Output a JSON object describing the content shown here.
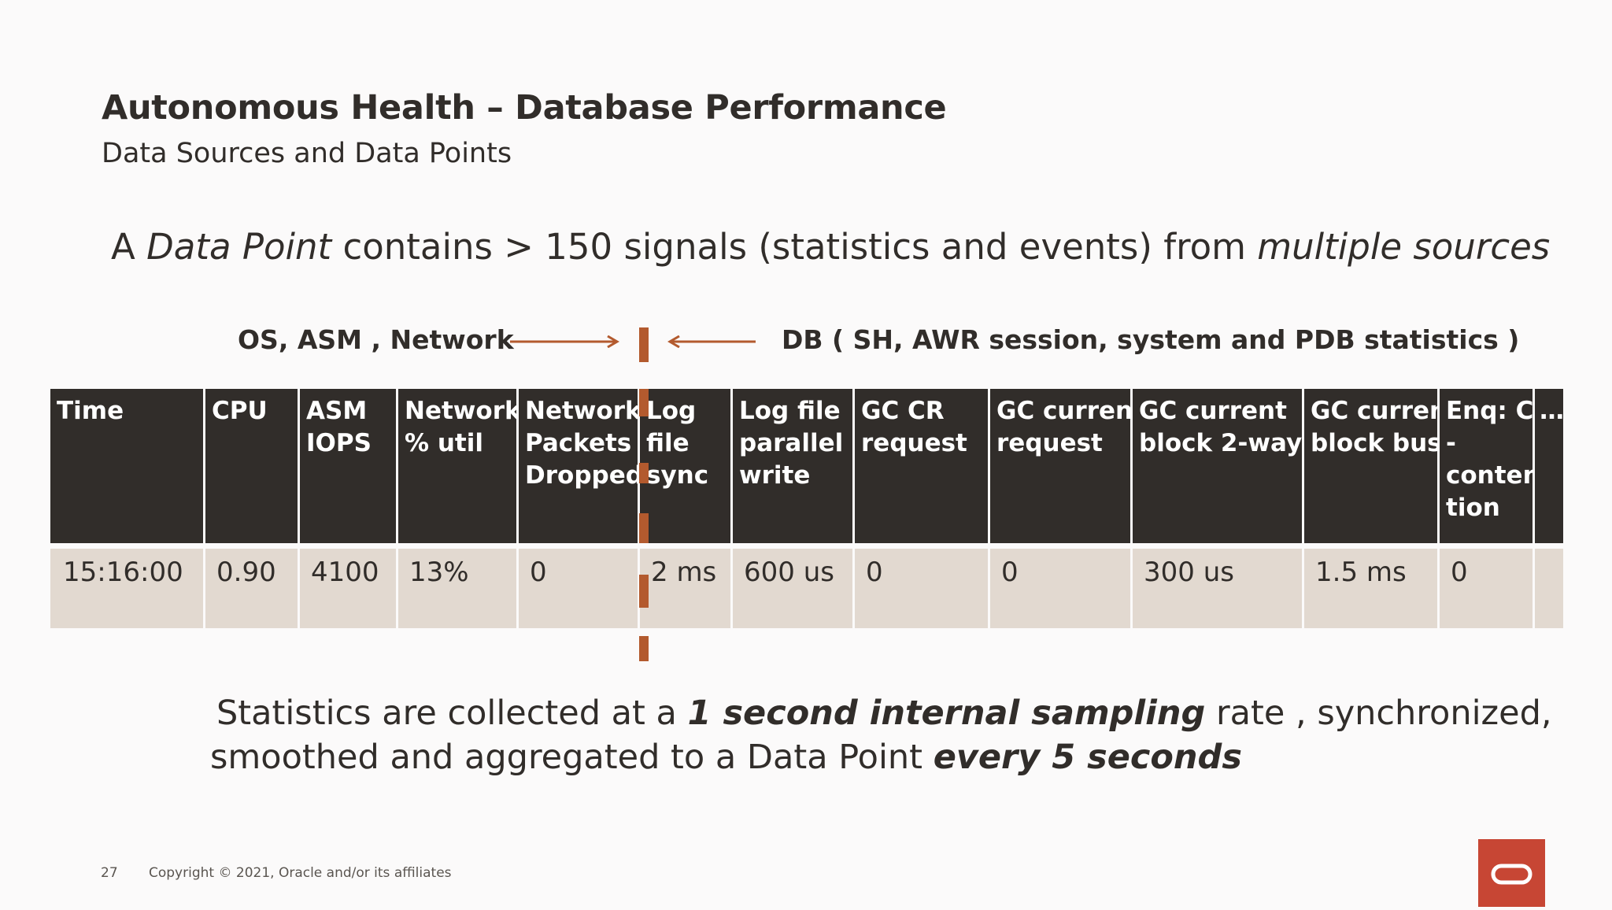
{
  "slide": {
    "title": "Autonomous Health – Database Performance",
    "subtitle": "Data Sources and Data Points",
    "headline": {
      "p1": "A ",
      "p2": "Data Point",
      "p3": " contains > 150 signals (statistics and events) from ",
      "p4": "multiple sources"
    },
    "label_left": "OS, ASM , Network",
    "label_right": "DB ( SH, AWR session, system and PDB statistics )",
    "page_number": "27",
    "copyright": "Copyright © 2021, Oracle and/or its affiliates"
  },
  "table": {
    "headers": [
      [
        "Time"
      ],
      [
        "CPU"
      ],
      [
        "ASM",
        "IOPS"
      ],
      [
        "Network",
        "% util"
      ],
      [
        "Network_",
        "Packets",
        "Dropped"
      ],
      [
        "Log",
        "file",
        "sync"
      ],
      [
        "Log file",
        "parallel",
        "write"
      ],
      [
        "GC  CR",
        "request"
      ],
      [
        "GC current",
        "request"
      ],
      [
        "GC current",
        "block 2-way"
      ],
      [
        "GC current",
        "block busy"
      ],
      [
        "Enq: CF",
        "-",
        "conten",
        "tion"
      ],
      [
        "…"
      ]
    ],
    "row": [
      "15:16:00",
      "0.90",
      "4100",
      "13%",
      "0",
      "2 ms",
      "600 us",
      "0",
      "0",
      "300 us",
      "1.5 ms",
      "0",
      ""
    ]
  },
  "bottom": {
    "l1a": "Statistics are collected at a ",
    "l1b": "1 second internal sampling",
    "l1c": " rate , synchronized,",
    "l2a": "smoothed and aggregated to a Data Point ",
    "l2b": "every 5 seconds"
  },
  "colors": {
    "accent": "#b35a2e",
    "header_bg": "#312d2a",
    "row_bg": "#e2d9d0",
    "oracle_red": "#c74634"
  },
  "icons": {
    "logo": "oracle-logo-icon"
  }
}
